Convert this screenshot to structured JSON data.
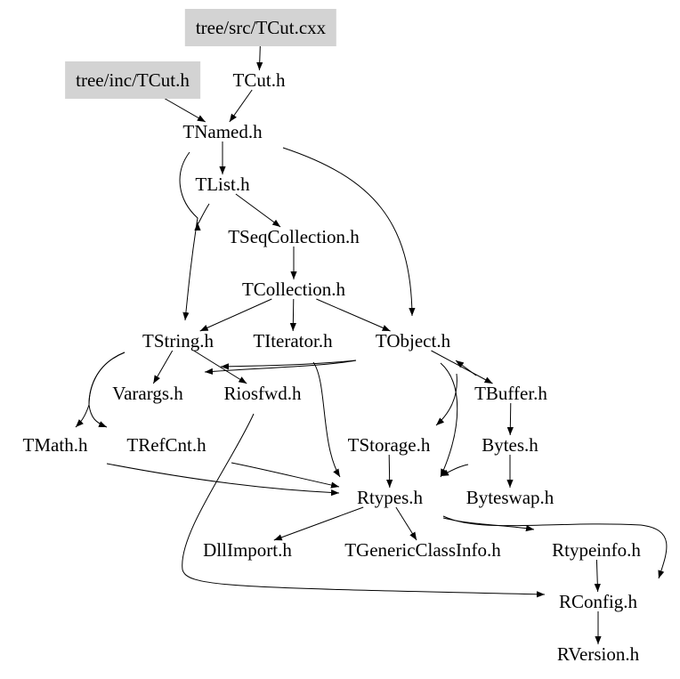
{
  "diagram": {
    "type": "include-dependency-graph",
    "highlight_color": "#d3d3d3",
    "edge_color": "#000000",
    "nodes": [
      {
        "id": "tcut_cxx",
        "label": "tree/src/TCut.cxx",
        "highlight": true
      },
      {
        "id": "tcut_inc",
        "label": "tree/inc/TCut.h",
        "highlight": true
      },
      {
        "id": "tcut_h",
        "label": "TCut.h"
      },
      {
        "id": "tnamed",
        "label": "TNamed.h"
      },
      {
        "id": "tlist",
        "label": "TList.h"
      },
      {
        "id": "tseqcoll",
        "label": "TSeqCollection.h"
      },
      {
        "id": "tcollection",
        "label": "TCollection.h"
      },
      {
        "id": "tstring",
        "label": "TString.h"
      },
      {
        "id": "titerator",
        "label": "TIterator.h"
      },
      {
        "id": "tobject",
        "label": "TObject.h"
      },
      {
        "id": "varargs",
        "label": "Varargs.h"
      },
      {
        "id": "riosfwd",
        "label": "Riosfwd.h"
      },
      {
        "id": "tbuffer",
        "label": "TBuffer.h"
      },
      {
        "id": "tmath",
        "label": "TMath.h"
      },
      {
        "id": "trefcnt",
        "label": "TRefCnt.h"
      },
      {
        "id": "tstorage",
        "label": "TStorage.h"
      },
      {
        "id": "bytes",
        "label": "Bytes.h"
      },
      {
        "id": "rtypes",
        "label": "Rtypes.h"
      },
      {
        "id": "byteswap",
        "label": "Byteswap.h"
      },
      {
        "id": "dllimport",
        "label": "DllImport.h"
      },
      {
        "id": "tgeneric",
        "label": "TGenericClassInfo.h"
      },
      {
        "id": "rtypeinfo",
        "label": "Rtypeinfo.h"
      },
      {
        "id": "rconfig",
        "label": "RConfig.h"
      },
      {
        "id": "rversion",
        "label": "RVersion.h"
      }
    ],
    "edges": [
      [
        "tcut_cxx",
        "tcut_h"
      ],
      [
        "tcut_inc",
        "tnamed"
      ],
      [
        "tcut_h",
        "tnamed"
      ],
      [
        "tnamed",
        "tlist"
      ],
      [
        "tnamed",
        "tobject"
      ],
      [
        "tnamed",
        "tstring"
      ],
      [
        "tlist",
        "tseqcoll"
      ],
      [
        "tlist",
        "tstring"
      ],
      [
        "tseqcoll",
        "tcollection"
      ],
      [
        "tcollection",
        "tstring"
      ],
      [
        "tcollection",
        "titerator"
      ],
      [
        "tcollection",
        "tobject"
      ],
      [
        "tstring",
        "varargs"
      ],
      [
        "tstring",
        "riosfwd"
      ],
      [
        "tstring",
        "tmath"
      ],
      [
        "tstring",
        "trefcnt"
      ],
      [
        "tobject",
        "riosfwd"
      ],
      [
        "tobject",
        "varargs"
      ],
      [
        "tobject",
        "tbuffer"
      ],
      [
        "tobject",
        "tstorage"
      ],
      [
        "tobject",
        "rtypes"
      ],
      [
        "titerator",
        "rtypes"
      ],
      [
        "tbuffer",
        "bytes"
      ],
      [
        "tbuffer",
        "tobject"
      ],
      [
        "bytes",
        "byteswap"
      ],
      [
        "bytes",
        "rtypes"
      ],
      [
        "tstorage",
        "rtypes"
      ],
      [
        "tmath",
        "rtypes"
      ],
      [
        "trefcnt",
        "rtypes"
      ],
      [
        "riosfwd",
        "rconfig"
      ],
      [
        "rtypes",
        "dllimport"
      ],
      [
        "rtypes",
        "tgeneric"
      ],
      [
        "rtypes",
        "rtypeinfo"
      ],
      [
        "rtypes",
        "rconfig"
      ],
      [
        "rtypeinfo",
        "rconfig"
      ],
      [
        "rconfig",
        "rversion"
      ]
    ]
  }
}
